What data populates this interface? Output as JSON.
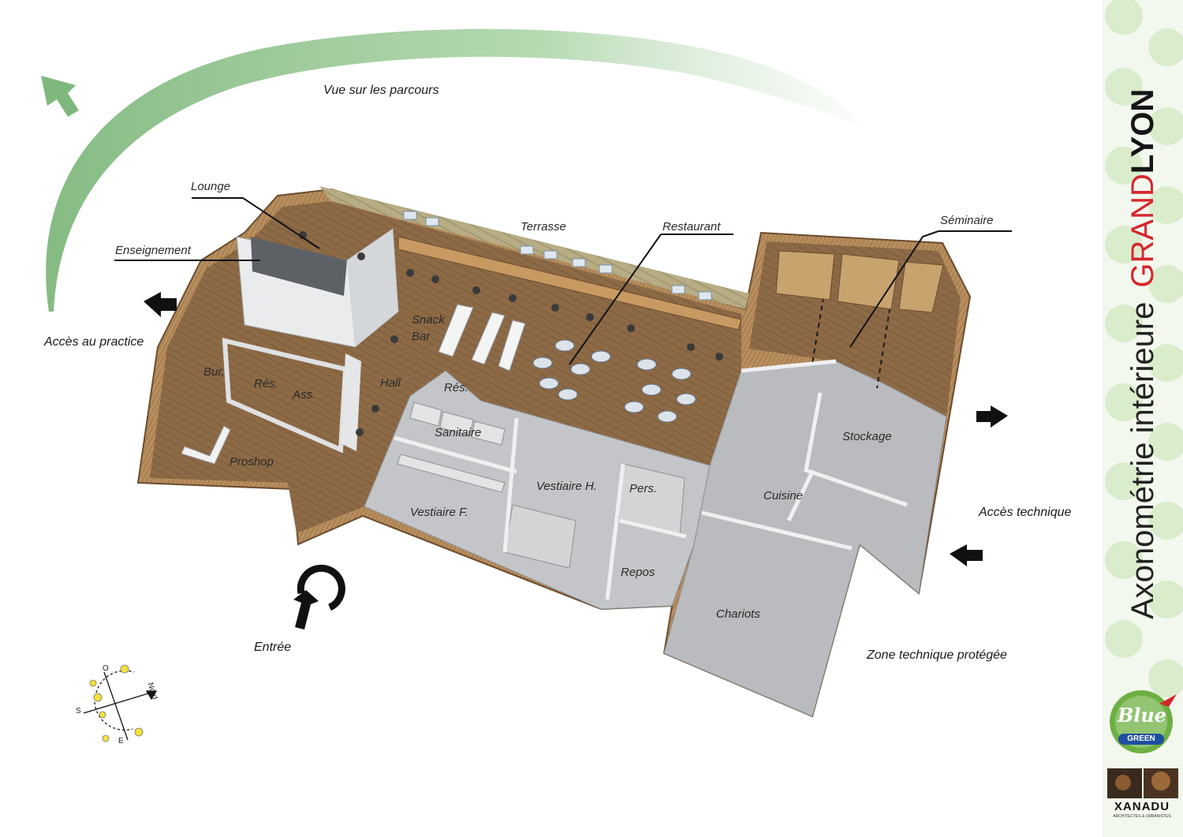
{
  "header": {
    "view_label": "Vue sur les parcours"
  },
  "rooms": {
    "lounge": "Lounge",
    "enseignement": "Enseignement",
    "terrasse": "Terrasse",
    "restaurant": "Restaurant",
    "seminaire": "Séminaire",
    "snack_line1": "Snack",
    "snack_line2": "Bar",
    "bur": "Bur.",
    "res_left": "Rés.",
    "ass": "Ass.",
    "hall": "Hall",
    "res_center": "Rés.",
    "sanitaire": "Sanitaire",
    "proshop": "Proshop",
    "vestiaire_h": "Vestiaire H.",
    "pers": "Pers.",
    "vestiaire_f": "Vestiaire F.",
    "cuisine": "Cuisine",
    "stockage": "Stockage",
    "repos": "Repos",
    "chariots": "Chariots"
  },
  "access": {
    "practice": "Accès au practice",
    "technique": "Accès technique",
    "entree": "Entrée",
    "zone_technique": "Zone technique protégée"
  },
  "compass": {
    "north": "Nord",
    "south": "S",
    "east": "E",
    "west": "O"
  },
  "side_panel": {
    "subtitle": "Axonométrie intérieure",
    "brand_grand": "GRAND",
    "brand_lyon": "LYON",
    "logo_blue": "Blue",
    "logo_green": "GREEN",
    "xanadu": "XANADU",
    "xanadu_sub": "ARCHITECTES & URBANISTES"
  },
  "colors": {
    "arc_green": "#8cc08a",
    "wood": "#a67c4e",
    "floor_wood": "#8a6845",
    "floor_grey": "#bfc1c4",
    "wall_white": "#eceeef",
    "brand_red": "#d6262d",
    "logo_green": "#6eb043"
  }
}
